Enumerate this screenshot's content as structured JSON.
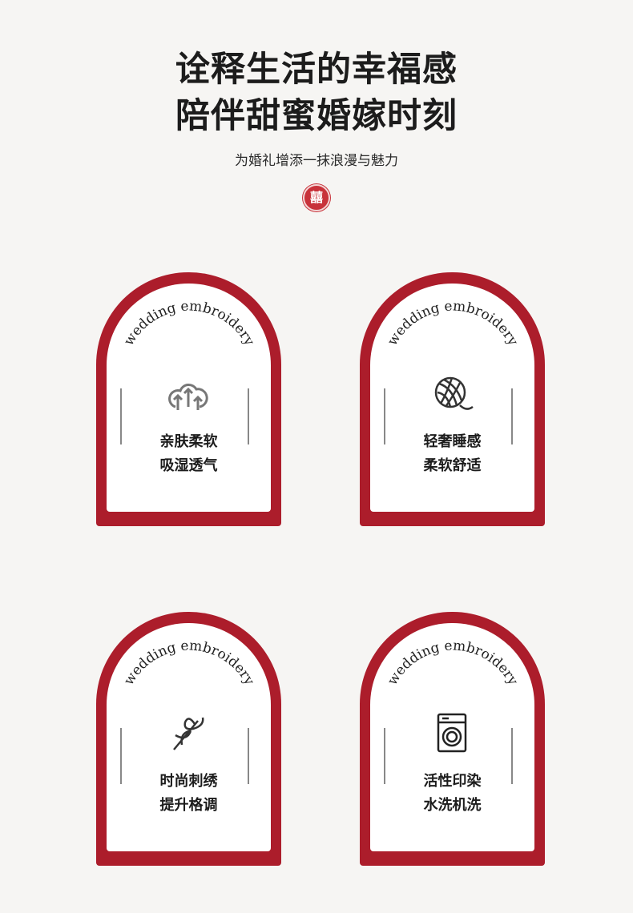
{
  "header": {
    "title_line1": "诠释生活的幸福感",
    "title_line2": "陪伴甜蜜婚嫁时刻",
    "subtitle": "为婚礼增添一抹浪漫与魅力",
    "seal_text": "囍"
  },
  "colors": {
    "brand_red": "#ac1d2b",
    "background": "#f6f5f3"
  },
  "cards": [
    {
      "arc_text": "wedding embroidery",
      "icon": "cotton-tree-icon",
      "line1": "亲肤柔软",
      "line2": "吸湿透气"
    },
    {
      "arc_text": "wedding embroidery",
      "icon": "yarn-ball-icon",
      "line1": "轻奢睡感",
      "line2": "柔软舒适"
    },
    {
      "arc_text": "wedding embroidery",
      "icon": "needle-thread-icon",
      "line1": "时尚刺绣",
      "line2": "提升格调"
    },
    {
      "arc_text": "wedding embroidery",
      "icon": "washing-machine-icon",
      "line1": "活性印染",
      "line2": "水洗机洗"
    }
  ]
}
